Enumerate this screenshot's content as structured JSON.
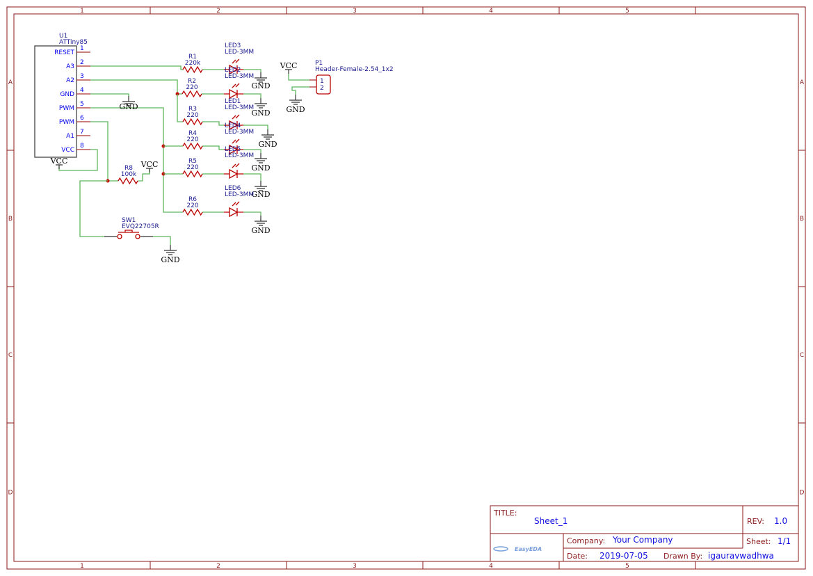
{
  "frame": {
    "columns": [
      "1",
      "2",
      "3",
      "4",
      "5"
    ],
    "rows": [
      "A",
      "B",
      "C",
      "D"
    ]
  },
  "u1": {
    "designator": "U1",
    "value": "ATTiny85",
    "pins": [
      {
        "num": "1",
        "name": "RESET"
      },
      {
        "num": "2",
        "name": "A3"
      },
      {
        "num": "3",
        "name": "A2"
      },
      {
        "num": "4",
        "name": "GND"
      },
      {
        "num": "5",
        "name": "PWM"
      },
      {
        "num": "6",
        "name": "PWM"
      },
      {
        "num": "7",
        "name": "A1"
      },
      {
        "num": "8",
        "name": "VCC"
      }
    ]
  },
  "resistors": [
    {
      "designator": "R1",
      "value": "220k"
    },
    {
      "designator": "R2",
      "value": "220"
    },
    {
      "designator": "R3",
      "value": "220"
    },
    {
      "designator": "R4",
      "value": "220"
    },
    {
      "designator": "R5",
      "value": "220"
    },
    {
      "designator": "R6",
      "value": "220"
    },
    {
      "designator": "R8",
      "value": "100k"
    }
  ],
  "leds": [
    {
      "designator": "LED3",
      "value": "LED-3MM"
    },
    {
      "designator": "LED2",
      "value": "LED-3MM"
    },
    {
      "designator": "LED1",
      "value": "LED-3MM"
    },
    {
      "designator": "LED4",
      "value": "LED-3MM"
    },
    {
      "designator": "LED5",
      "value": "LED-3MM"
    },
    {
      "designator": "LED6",
      "value": "LED-3MM"
    }
  ],
  "switch": {
    "designator": "SW1",
    "value": "EVQ22705R"
  },
  "header": {
    "designator": "P1",
    "value": "Header-Female-2.54_1x2",
    "pins": [
      "1",
      "2"
    ]
  },
  "nets": {
    "gnd": "GND",
    "vcc": "VCC"
  },
  "title_block": {
    "title_label": "TITLE:",
    "title": "Sheet_1",
    "rev_label": "REV:",
    "rev": "1.0",
    "company_label": "Company:",
    "company": "Your Company",
    "sheet_label": "Sheet:",
    "sheet": "1/1",
    "date_label": "Date:",
    "date": "2019-07-05",
    "drawn_label": "Drawn By:",
    "drawn_by": "igauravwadhwa",
    "logo": "EasyEDA"
  },
  "colors": {
    "wire": "#5cb85c",
    "part": "#bb0000",
    "frame": "#8b1a1a",
    "label": "#1a1a90"
  }
}
